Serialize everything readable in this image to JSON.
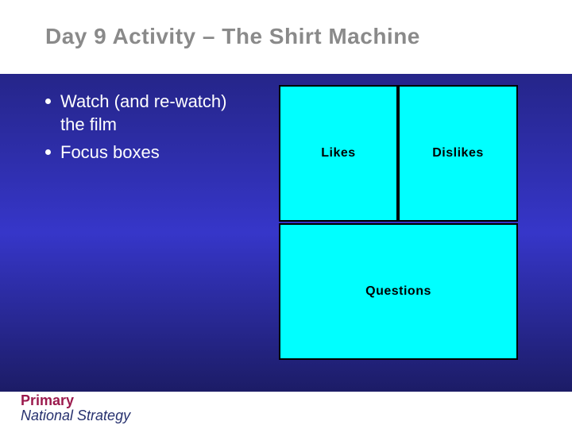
{
  "slide": {
    "title": "Day 9 Activity – The Shirt Machine",
    "bullets": [
      {
        "text": "Watch (and re-watch) the film"
      },
      {
        "text": "Focus boxes"
      }
    ],
    "boxes": {
      "likes_label": "Likes",
      "dislikes_label": "Dislikes",
      "questions_label": "Questions"
    },
    "footer": {
      "brand_primary": "Primary",
      "brand_secondary": "National Strategy"
    },
    "colors": {
      "title_gray": "#8A8A8A",
      "panel_top": "#252589",
      "panel_mid": "#3636C9",
      "panel_bottom": "#1C1C66",
      "box_fill": "#00FFFF",
      "box_border": "#000000",
      "bullet_text": "#FFFFFF",
      "brand_primary_color": "#9B1A4D",
      "brand_secondary_color": "#26306E"
    }
  }
}
